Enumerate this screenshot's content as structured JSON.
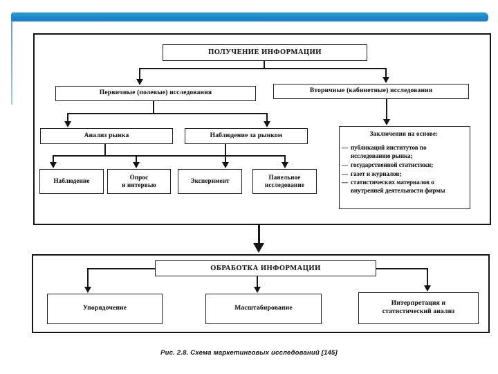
{
  "accent": {
    "bar_color": "#1b86ce"
  },
  "diagram": {
    "acquisition": {
      "title": "ПОЛУЧЕНИЕ ИНФОРМАЦИИ",
      "primary_research": "Первичные (полевые) исследования",
      "secondary_research": "Вторичные (кабинетные) исследования",
      "market_analysis": "Анализ рынка",
      "market_observation": "Наблюдение за рынком",
      "methods": [
        "Наблюдение",
        "Опрос\nи интервью",
        "Эксперимент",
        "Панельное\nисследование"
      ],
      "conclusions": {
        "title": "Заключения на основе:",
        "marker": "—",
        "items": [
          "публикаций институтов по исследованию рынка;",
          "государственной статистики;",
          "газет и журналов;",
          "статистических материалов о внутренней деятельности фирмы"
        ]
      }
    },
    "processing": {
      "title": "ОБРАБОТКА ИНФОРМАЦИИ",
      "steps": [
        "Упорядочение",
        "Масштабирование",
        "Интерпретация и\nстатистический анализ"
      ]
    }
  },
  "caption": "Рис. 2.8. Схема маркетинговых исследований [145]"
}
